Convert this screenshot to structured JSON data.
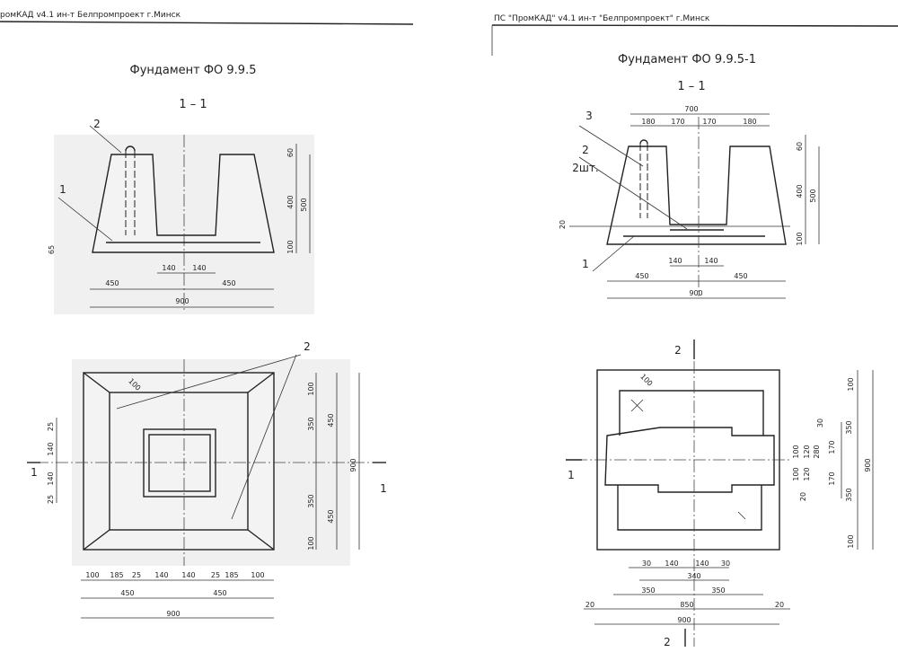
{
  "left": {
    "header": "ромКАД v4.1 ин-т Белпромпроект г.Минск",
    "title": "Фундамент ФО 9.9.5",
    "section_title": "1 – 1",
    "section_labels": [
      "2",
      "1",
      "60",
      "400",
      "500",
      "100",
      "65",
      "140",
      "140",
      "450",
      "450",
      "900"
    ],
    "plan_labels": [
      "100",
      "2",
      "100",
      "350",
      "450",
      "900",
      "350",
      "450",
      "100",
      "25",
      "140",
      "140",
      "25",
      "1",
      "1",
      "100",
      "185",
      "25",
      "140",
      "140",
      "25",
      "185",
      "100",
      "450",
      "450",
      "900"
    ]
  },
  "right": {
    "header": "ПС \"ПромКАД\" v4.1 ин-т \"Белпромпроект\" г.Минск",
    "title": "Фундамент ФО 9.9.5-1",
    "section_title": "1 – 1",
    "section_labels": [
      "700",
      "180",
      "170",
      "170",
      "180",
      "3",
      "2",
      "2шт.",
      "1",
      "20",
      "60",
      "400",
      "500",
      "100",
      "140",
      "140",
      "450",
      "450",
      "900"
    ],
    "plan_labels": [
      "2",
      "100",
      "1",
      "100",
      "30",
      "350",
      "170",
      "100",
      "120",
      "280",
      "100",
      "120",
      "170",
      "20",
      "350",
      "900",
      "100",
      "30",
      "140",
      "140",
      "30",
      "340",
      "350",
      "350",
      "20",
      "850",
      "20",
      "900",
      "2"
    ]
  }
}
